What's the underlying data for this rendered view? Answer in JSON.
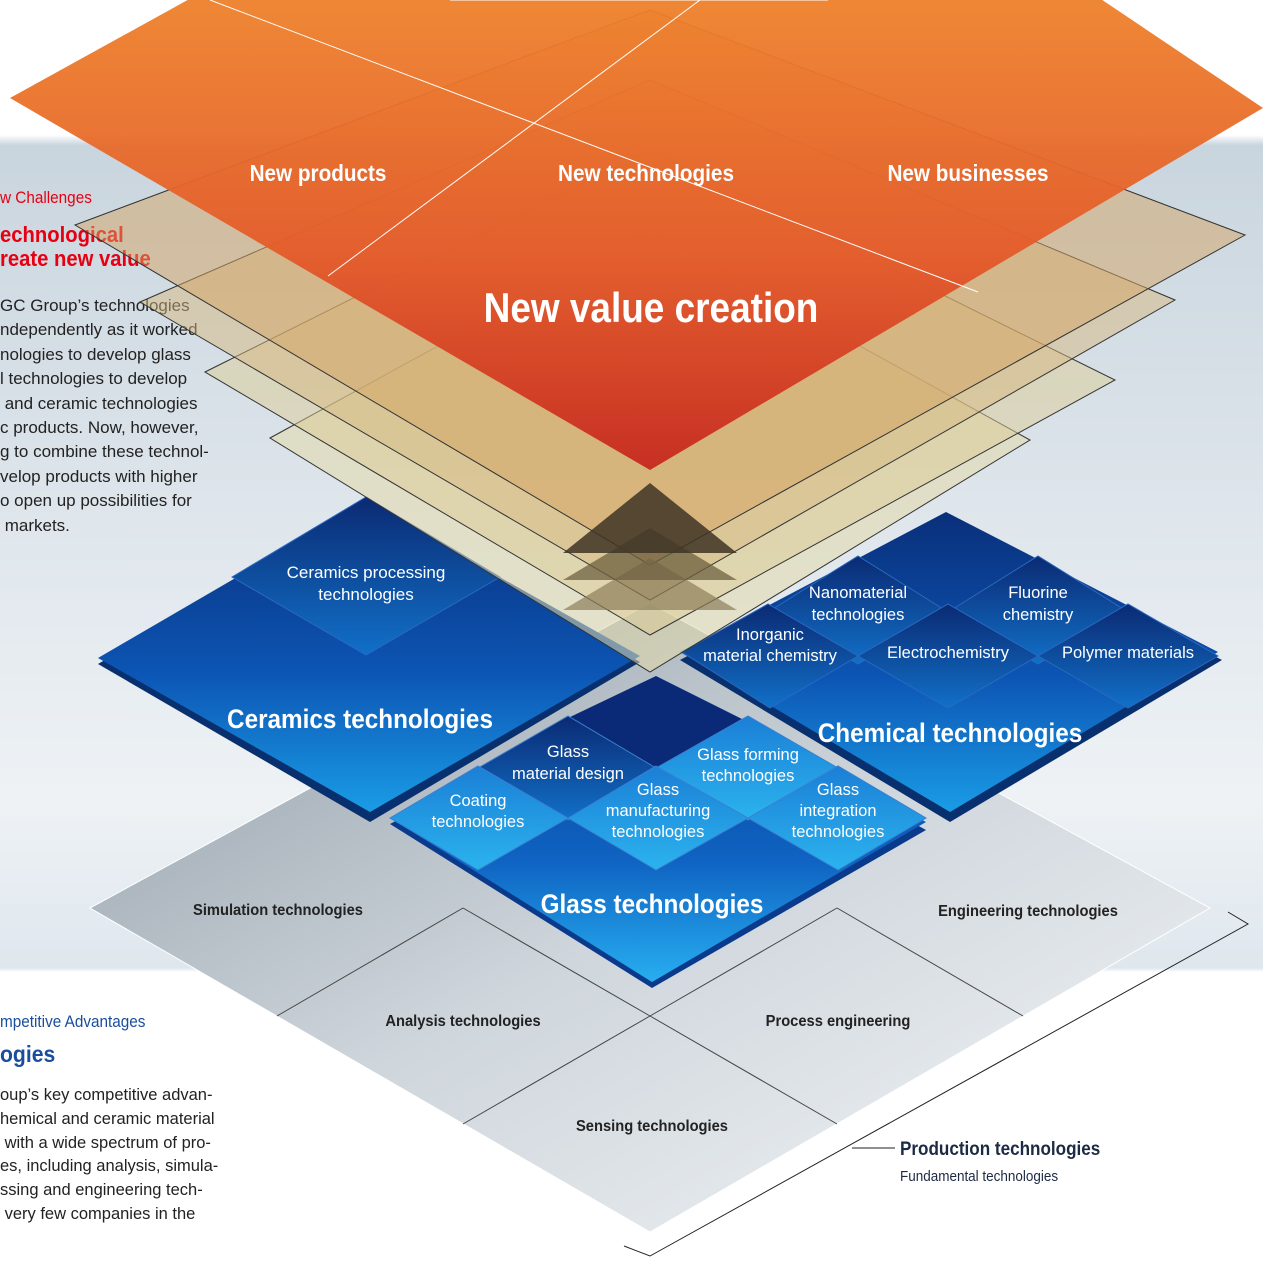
{
  "top_section": {
    "kicker": "w Challenges",
    "title": "echnological\nreate new value",
    "body": "GC Group’s technologies\nndependently as it worked\nnologies to develop glass\nl technologies to develop\n and ceramic technologies\nc products. Now, however,\ng to combine these technol-\nvelop products with higher\no open up possibilities for\n markets.",
    "colors": {
      "kicker": "#e60012",
      "title": "#e60012"
    }
  },
  "bottom_section": {
    "kicker": "mpetitive Advantages",
    "title": "ogies",
    "body": "oup’s key competitive advan-\nhemical and ceramic material\n with a wide spectrum of pro-\nes, including analysis, simula-\nssing and engineering tech-\n very few companies in the",
    "colors": {
      "kicker": "#1a4e9c",
      "title": "#1a4e9c"
    }
  },
  "value_layer": {
    "items": [
      "New products",
      "New technologies",
      "New businesses"
    ],
    "center": "New value creation",
    "colors": {
      "top": "#f08a2a",
      "bottom": "#c6281e"
    }
  },
  "ceramics": {
    "title": "Ceramics technologies",
    "sub": [
      "Ceramics processing",
      "technologies"
    ]
  },
  "chemical": {
    "title": "Chemical technologies",
    "subs": {
      "nanomaterial": [
        "Nanomaterial",
        "technologies"
      ],
      "fluorine": [
        "Fluorine",
        "chemistry"
      ],
      "inorganic": [
        "Inorganic",
        "material chemistry"
      ],
      "electro": [
        "Electrochemistry"
      ],
      "polymer": [
        "Polymer materials"
      ]
    }
  },
  "glass": {
    "title": "Glass technologies",
    "subs": {
      "material_design": [
        "Glass",
        "material design"
      ],
      "forming": [
        "Glass forming",
        "technologies"
      ],
      "coating": [
        "Coating",
        "technologies"
      ],
      "manufacturing": [
        "Glass",
        "manufacturing",
        "technologies"
      ],
      "integration": [
        "Glass",
        "integration",
        "technologies"
      ]
    }
  },
  "base_layer": {
    "cells": {
      "simulation": "Simulation technologies",
      "engineering": "Engineering technologies",
      "analysis": "Analysis technologies",
      "process": "Process engineering",
      "sensing": "Sensing technologies"
    }
  },
  "bracket": {
    "title": "Production technologies",
    "subtitle": "Fundamental technologies"
  }
}
